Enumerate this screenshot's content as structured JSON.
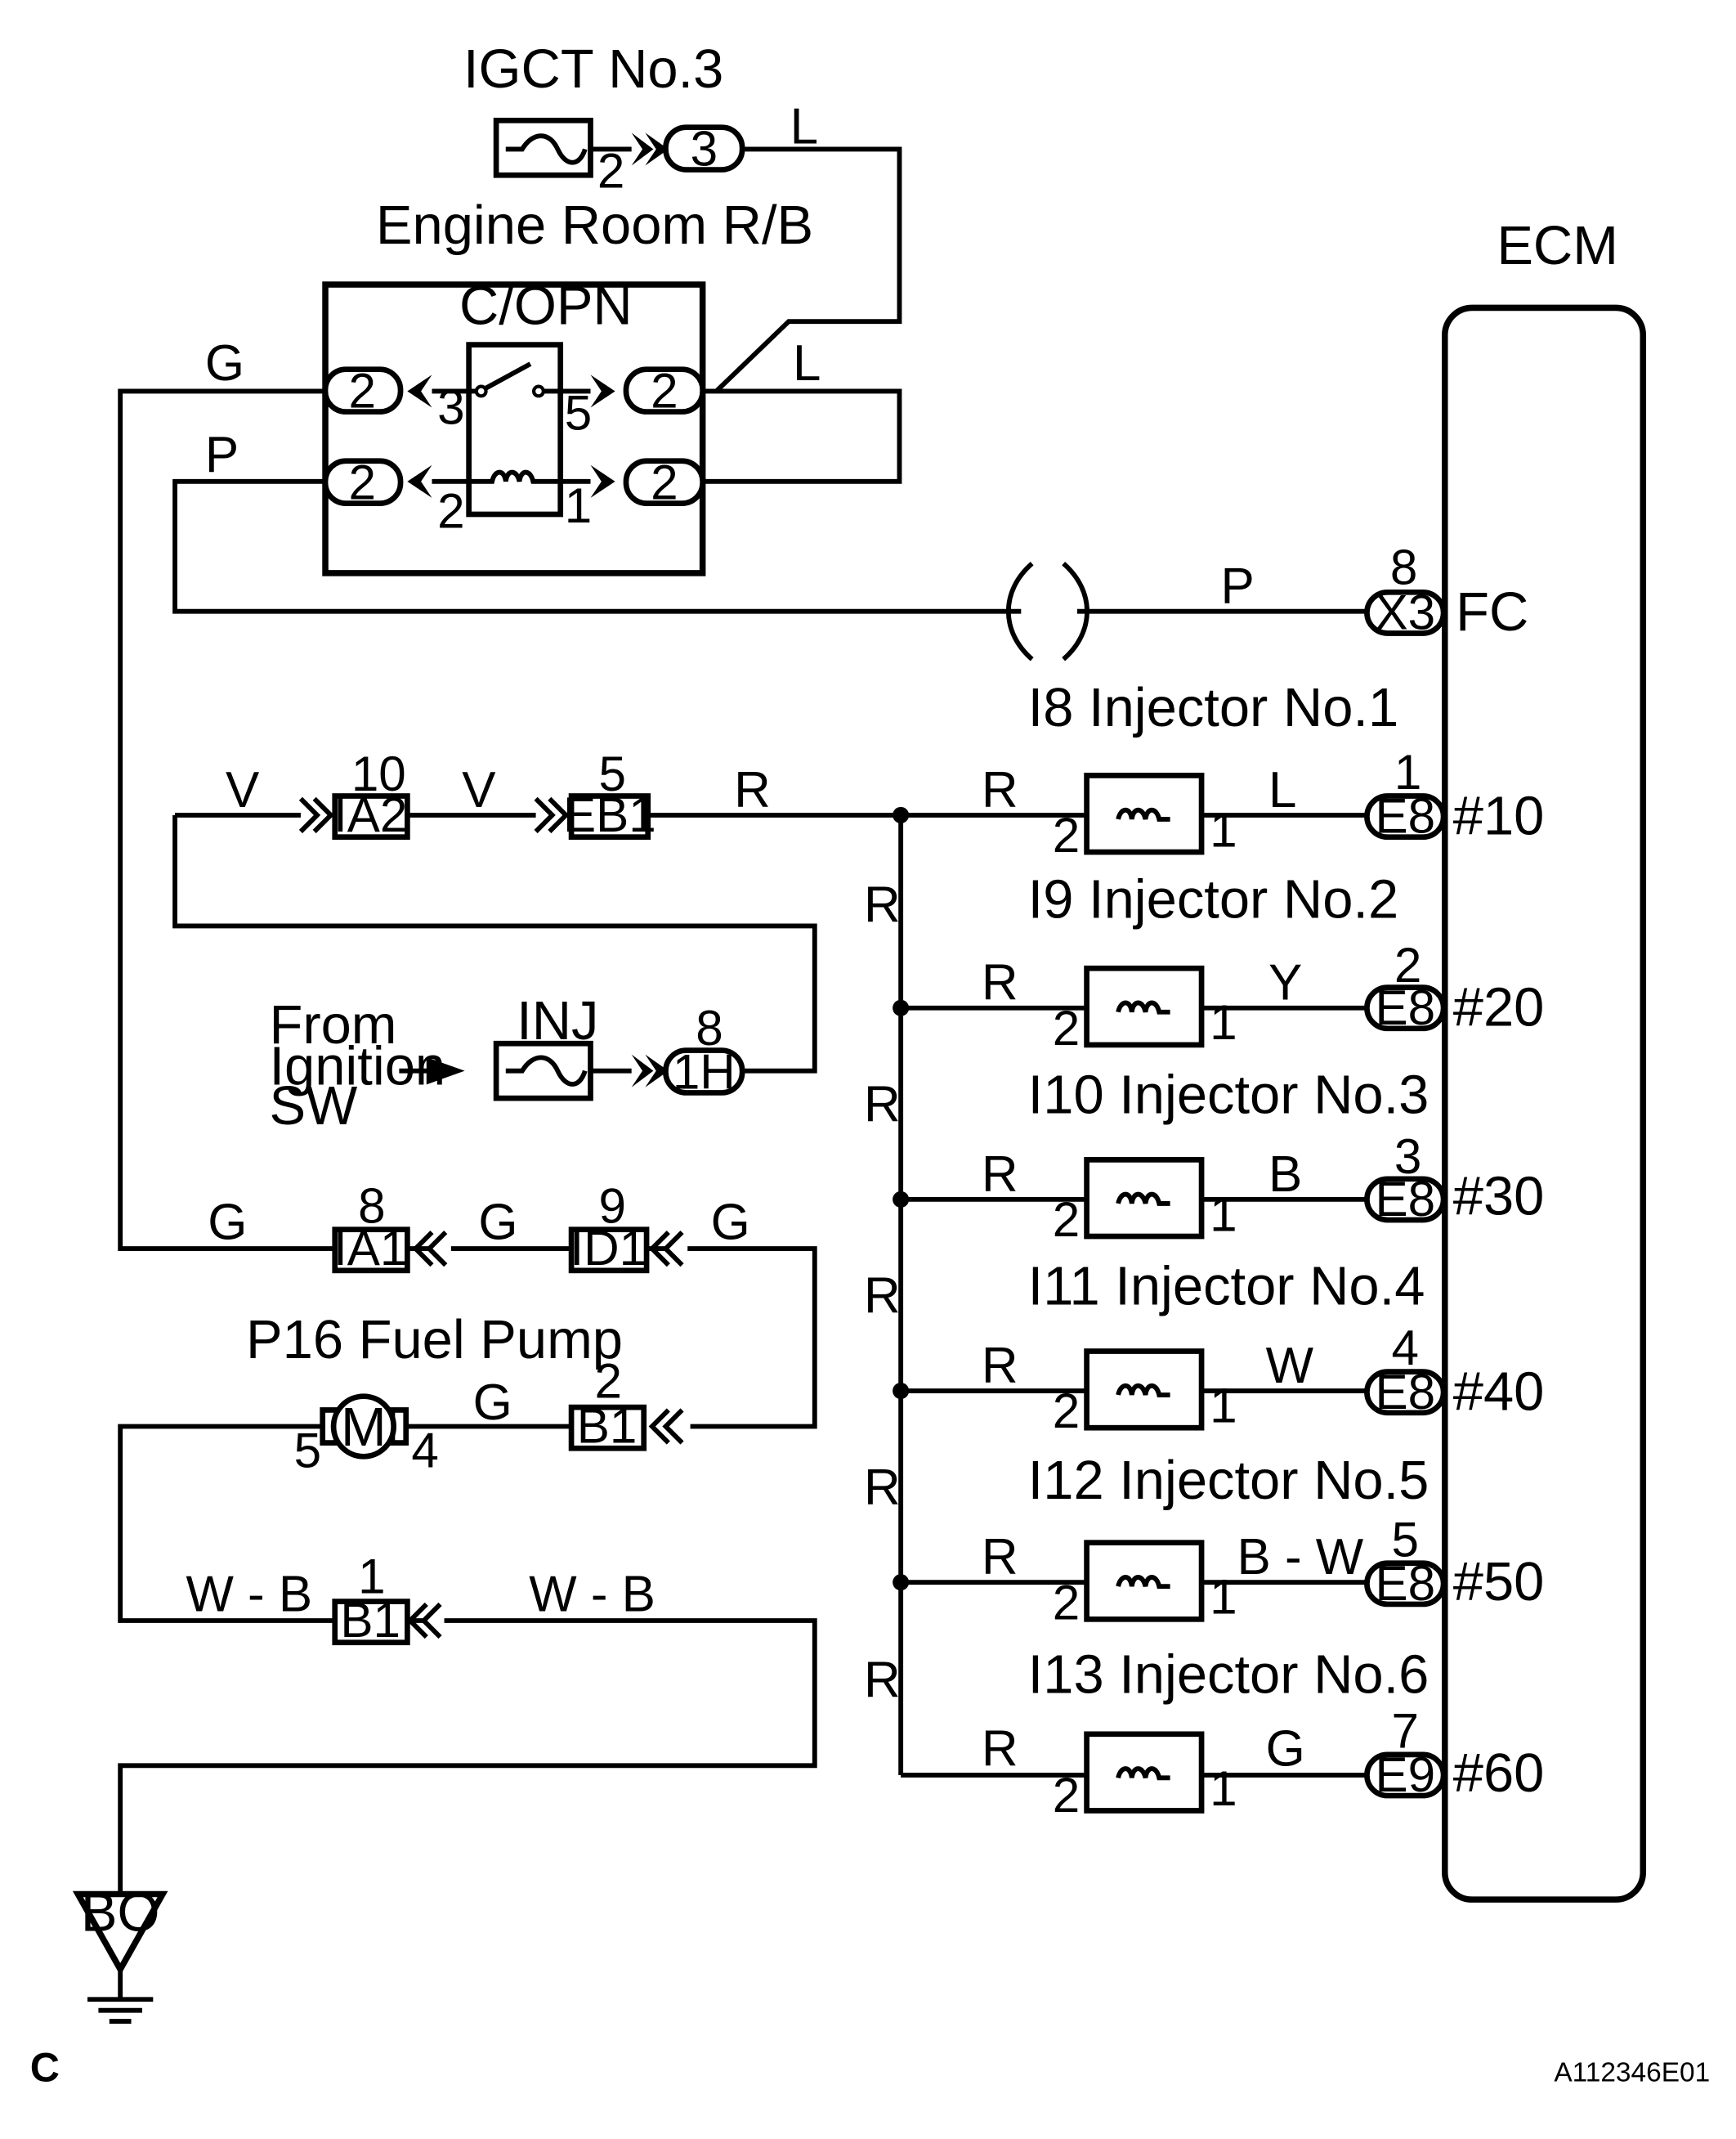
{
  "labels": {
    "igct": "IGCT No.3",
    "engine_room_rb": "Engine Room R/B",
    "copn": "C/OPN",
    "ecm": "ECM",
    "fc": "FC",
    "inj": "INJ",
    "from_1": "From",
    "from_2": "Ignition",
    "from_3": "SW",
    "fuel_pump": "P16 Fuel Pump",
    "motor": "M",
    "ground": "BO",
    "corner_c": "C",
    "figure_id": "A112346E01"
  },
  "wire_colors": {
    "l": "L",
    "g": "G",
    "p": "P",
    "v": "V",
    "r": "R",
    "y": "Y",
    "b": "B",
    "w": "W",
    "bw": "B - W",
    "wb": "W - B"
  },
  "pins": {
    "p1": "1",
    "p2": "2",
    "p3": "3",
    "p4": "4",
    "p5": "5",
    "p7": "7",
    "p8": "8",
    "p9": "9",
    "p10": "10"
  },
  "connectors": {
    "c2": "2",
    "c3": "3",
    "x3": "X3",
    "one_h": "1H",
    "e8": "E8",
    "e9": "E9",
    "ia2": "IA2",
    "eb1": "EB1",
    "ia1": "IA1",
    "id1": "ID1",
    "b1": "B1"
  },
  "injectors": [
    {
      "name": "I8 Injector No.1",
      "terminal": "#10",
      "color": "L",
      "pin": "1",
      "conn": "E8"
    },
    {
      "name": "I9 Injector No.2",
      "terminal": "#20",
      "color": "Y",
      "pin": "2",
      "conn": "E8"
    },
    {
      "name": "I10 Injector No.3",
      "terminal": "#30",
      "color": "B",
      "pin": "3",
      "conn": "E8"
    },
    {
      "name": "I11 Injector No.4",
      "terminal": "#40",
      "color": "W",
      "pin": "4",
      "conn": "E8"
    },
    {
      "name": "I12 Injector No.5",
      "terminal": "#50",
      "color": "B - W",
      "pin": "5",
      "conn": "E8"
    },
    {
      "name": "I13 Injector No.6",
      "terminal": "#60",
      "color": "G",
      "pin": "7",
      "conn": "E9"
    }
  ]
}
